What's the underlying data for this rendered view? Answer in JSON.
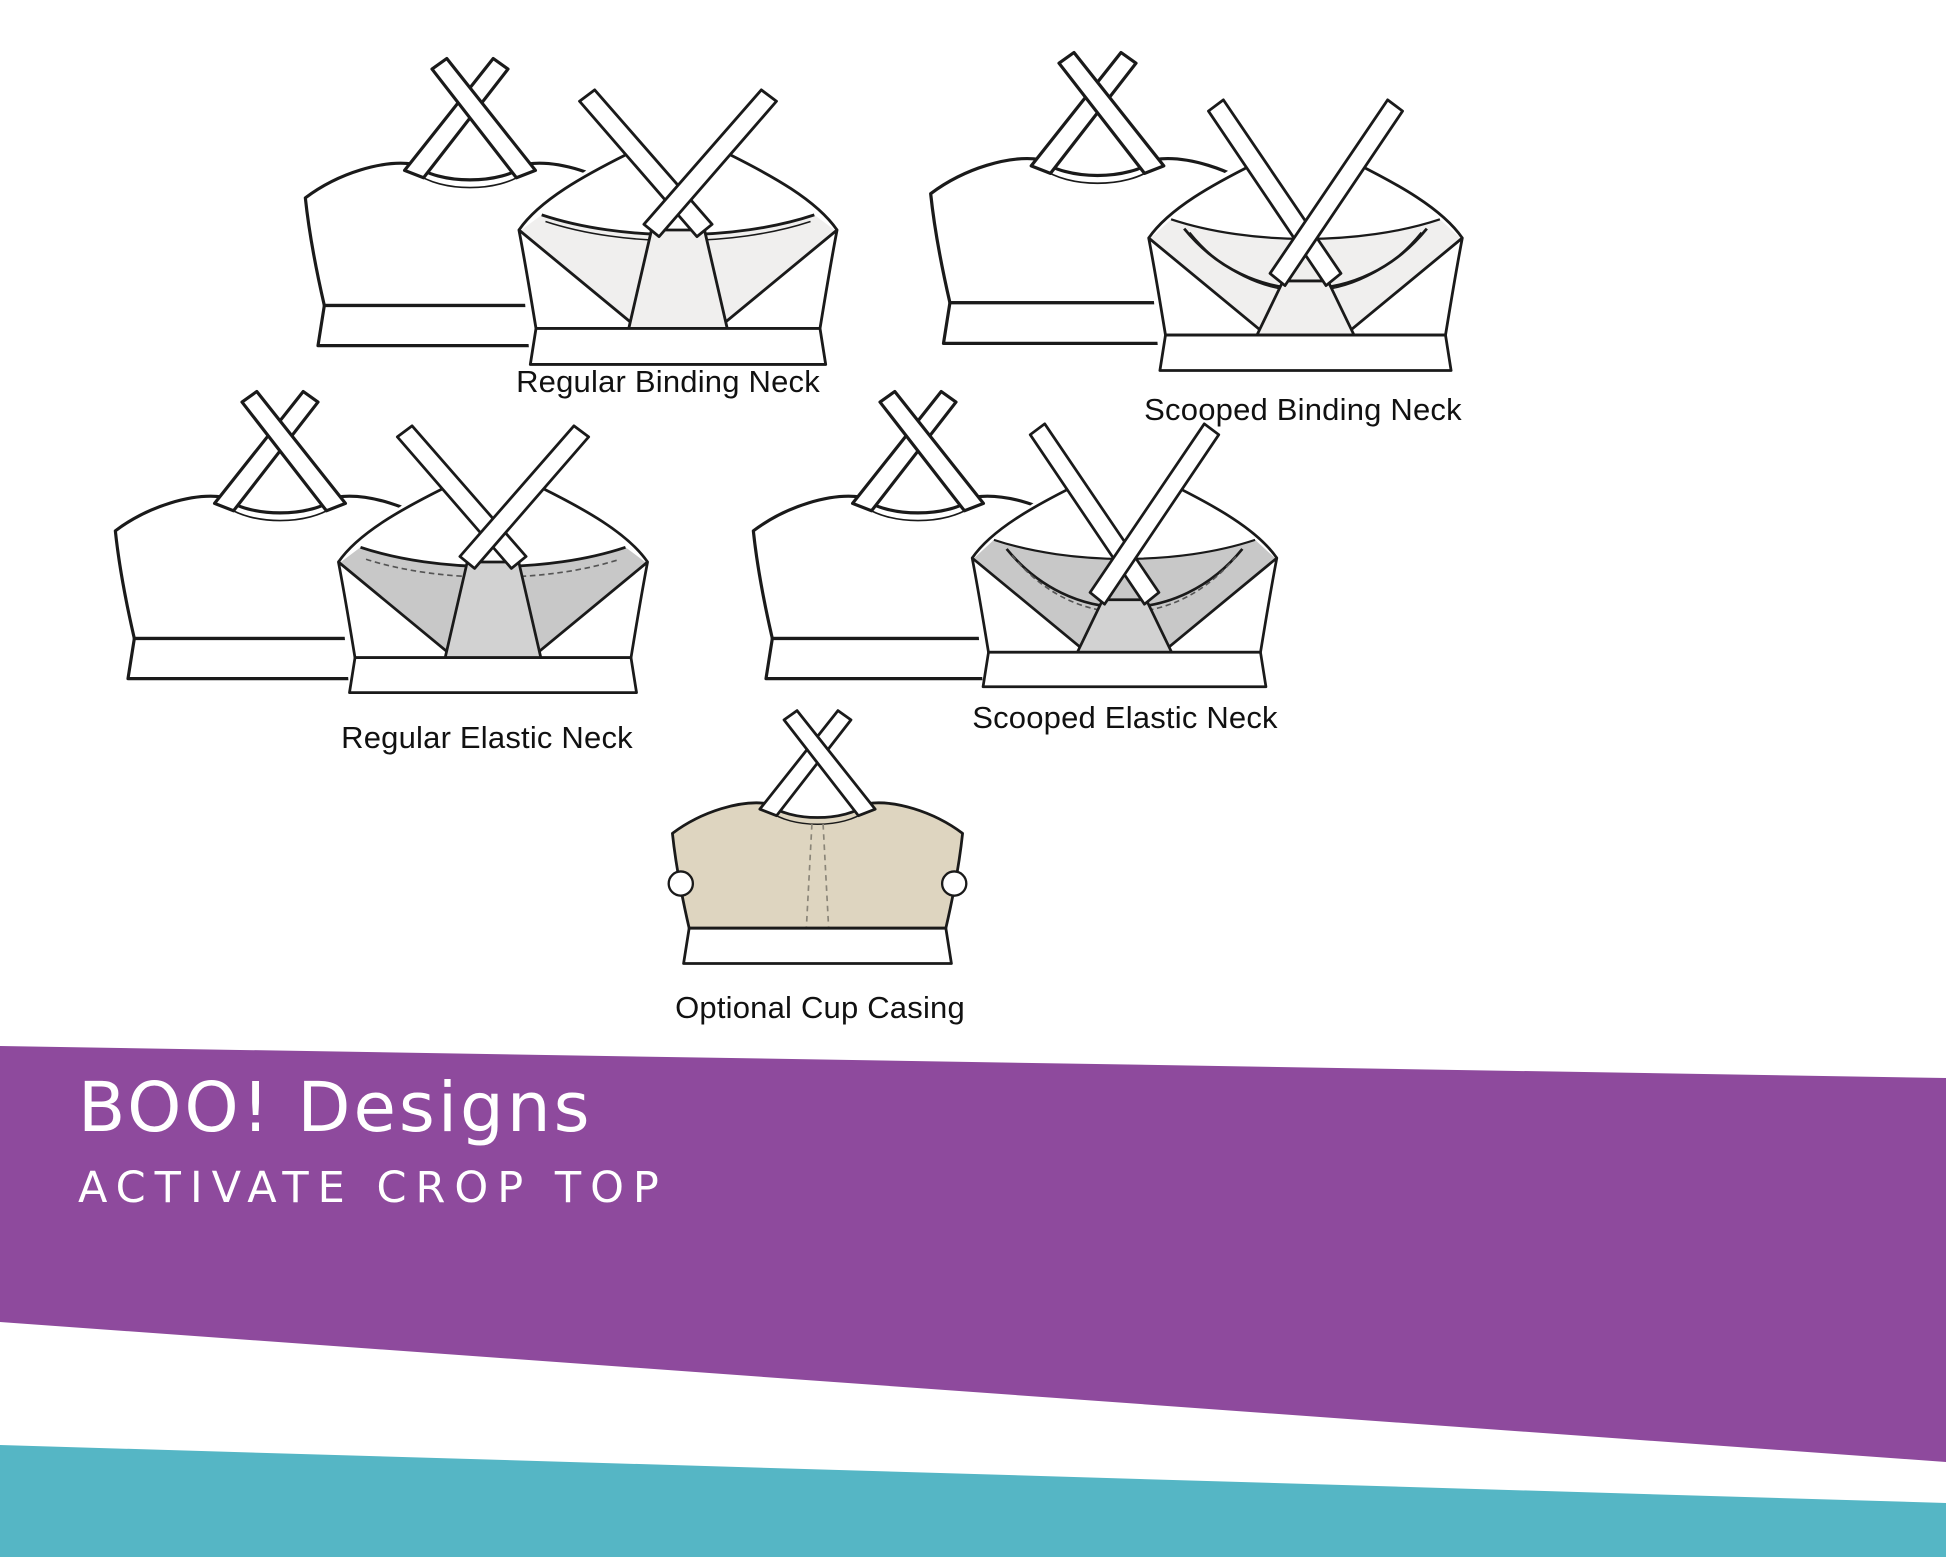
{
  "sheet": {
    "figures": [
      {
        "id": "regular-binding-neck",
        "label": "Regular Binding Neck",
        "style": "binding"
      },
      {
        "id": "scooped-binding-neck",
        "label": "Scooped Binding Neck",
        "style": "binding"
      },
      {
        "id": "regular-elastic-neck",
        "label": "Regular Elastic Neck",
        "style": "elastic"
      },
      {
        "id": "scooped-elastic-neck",
        "label": "Scooped Elastic Neck",
        "style": "elastic"
      },
      {
        "id": "optional-cup-casing",
        "label": "Optional Cup Casing",
        "style": "cup-casing"
      }
    ]
  },
  "footer": {
    "brand": "BOO! Designs",
    "product": "ACTIVATE CROP TOP"
  },
  "colors": {
    "purple": "#8e4a9d",
    "teal": "#55b6c5",
    "tan": "#ded5c0",
    "binding_panel": "#f0efee",
    "elastic_panel": "#c8c8c8",
    "outline": "#1a1a1a",
    "background": "#ffffff"
  }
}
